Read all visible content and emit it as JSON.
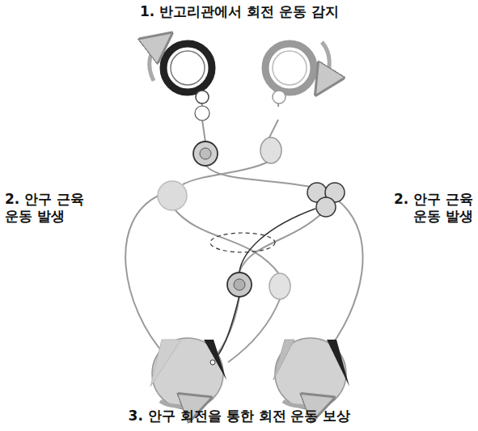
{
  "diagram": {
    "labels": [
      "1. 반고리관에서 회전 운동 감지",
      "2. 안구 근육 운동 발생",
      "2. 안구 근육 운동 발생",
      "3. 안구 회전을 통한 회전 운동 보상"
    ]
  }
}
